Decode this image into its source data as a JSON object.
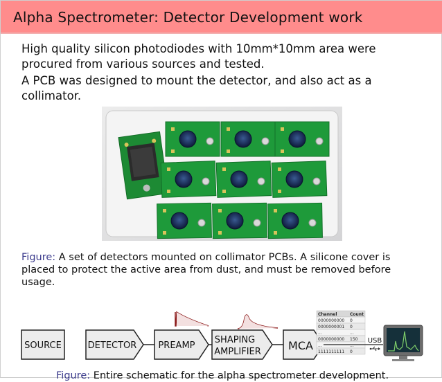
{
  "slide": {
    "title": "Alpha Spectrometer: Detector Development work",
    "para1": "High quality silicon photodiodes with 10mm*10mm area were procured from various sources and tested.",
    "para2": "A PCB was designed to mount the detector, and also act as a collimator.",
    "figure1": {
      "label": "Figure:",
      "caption": "A set of detectors mounted on collimator PCBs. A silicone cover is placed to protect the active area from dust, and must be removed before usage."
    },
    "schematic": {
      "blocks": [
        "SOURCE",
        "DETECTOR",
        "PREAMP",
        "SHAPING",
        "AMPLIFIER",
        "MCA"
      ],
      "usb_label": "USB",
      "table": {
        "headers": [
          "Channel",
          "Count"
        ],
        "rows": [
          [
            "0000000000",
            "0"
          ],
          [
            "0000000001",
            "0"
          ],
          [
            "...",
            "..."
          ],
          [
            "0000000000",
            "150"
          ],
          [
            "...",
            "..."
          ],
          [
            "1111111111",
            "0"
          ]
        ]
      }
    },
    "figure2": {
      "label": "Figure:",
      "caption": "Entire schematic for the alpha spectrometer development."
    }
  },
  "colors": {
    "title_bar": "#ff8c8c",
    "figure_label": "#3a3a8c",
    "pcb_green": "#1e9a3a"
  }
}
